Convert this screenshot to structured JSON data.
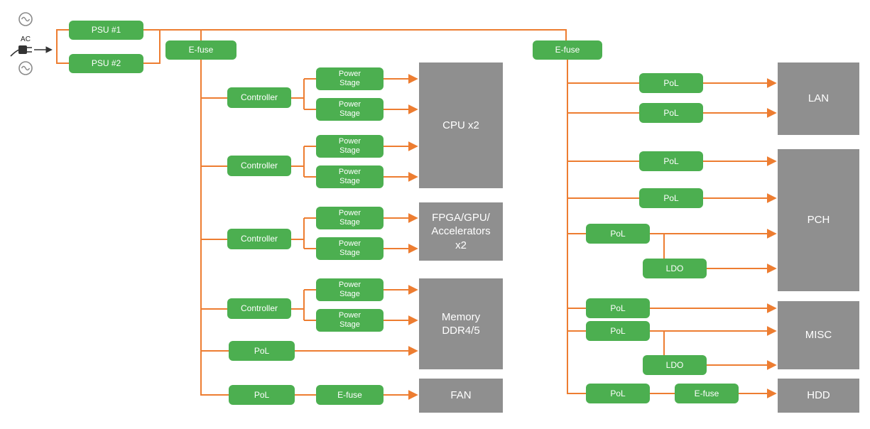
{
  "colors": {
    "node_green": "#4caf50",
    "node_gray": "#8f8f8f",
    "wire_orange": "#ed7d31"
  },
  "ac_source": {
    "label": "AC"
  },
  "nodes": {
    "psu1": "PSU #1",
    "psu2": "PSU #2",
    "efuse_left": "E-fuse",
    "controller_1": "Controller",
    "power_stage_1a": "Power\nStage",
    "power_stage_1b": "Power\nStage",
    "controller_2": "Controller",
    "power_stage_2a": "Power\nStage",
    "power_stage_2b": "Power\nStage",
    "controller_3": "Controller",
    "power_stage_3a": "Power\nStage",
    "power_stage_3b": "Power\nStage",
    "controller_4": "Controller",
    "power_stage_4a": "Power\nStage",
    "power_stage_4b": "Power\nStage",
    "pol_memory": "PoL",
    "pol_fan": "PoL",
    "efuse_fan": "E-fuse",
    "cpu": "CPU x2",
    "fpga": "FPGA/GPU/\nAccelerators\nx2",
    "memory": "Memory\nDDR4/5",
    "fan": "FAN",
    "efuse_right": "E-fuse",
    "pol_lan_1": "PoL",
    "pol_lan_2": "PoL",
    "pol_pch_1": "PoL",
    "pol_pch_2": "PoL",
    "pol_pch_3": "PoL",
    "ldo_pch": "LDO",
    "pol_misc_1": "PoL",
    "pol_misc_2": "PoL",
    "ldo_misc": "LDO",
    "pol_hdd": "PoL",
    "efuse_hdd": "E-fuse",
    "lan": "LAN",
    "pch": "PCH",
    "misc": "MISC",
    "hdd": "HDD"
  }
}
